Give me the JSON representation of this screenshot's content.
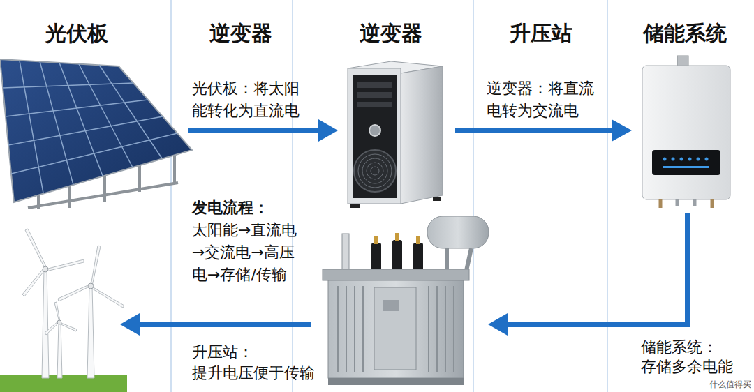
{
  "diagram": {
    "labels": [
      "光伏板",
      "逆变器",
      "逆变器",
      "升压站",
      "储能系统",
      "光伏板：将太阳能转化为直流电",
      "逆变器：将直流电转为交流电",
      "发电流程：",
      "太阳能→直流电→交流电→高压电→存储/传输",
      "升压站：",
      "提升电压便于传输",
      "储能系统：",
      "存储多余电能",
      "什么值得买"
    ]
  }
}
